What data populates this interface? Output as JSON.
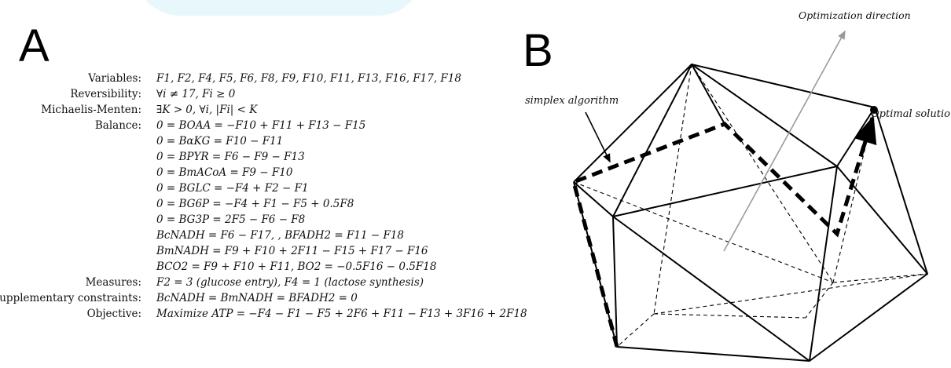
{
  "panel_a": {
    "letter": "A",
    "rows": [
      {
        "label": "Variables:",
        "content": "F1, F2, F4, F5, F6, F8, F9, F10, F11, F13, F16, F17, F18"
      },
      {
        "label": "Reversibility:",
        "content": "∀i ≠ 17, Fi ≥ 0"
      },
      {
        "label": "Michaelis-Menten:",
        "content": "∃K > 0, ∀i, |Fi| < K"
      },
      {
        "label": "Balance:",
        "content": "0 = BOAA = −F10 + F11 + F13 − F15"
      },
      {
        "label": "",
        "content": "0 = BαKG = F10 − F11"
      },
      {
        "label": "",
        "content": "0 = BPYR = F6 − F9 − F13"
      },
      {
        "label": "",
        "content": "0 = BmACoA = F9 − F10"
      },
      {
        "label": "",
        "content": "0 = BGLC = −F4 + F2 − F1"
      },
      {
        "label": "",
        "content": "0 = BG6P = −F4 + F1 − F5 + 0.5F8"
      },
      {
        "label": "",
        "content": "0 = BG3P = 2F5 − F6 − F8"
      },
      {
        "label": "",
        "content": "BcNADH = F6 − F17, , BFADH2 = F11 − F18"
      },
      {
        "label": "",
        "content": "BmNADH = F9 + F10 + 2F11 − F15 + F17 − F16"
      },
      {
        "label": "",
        "content": "BCO2 = F9 + F10 + F11, BO2 = −0.5F16 − 0.5F18"
      },
      {
        "label": "Measures:",
        "content": "F2 = 3 (glucose entry), F4 = 1 (lactose synthesis)"
      },
      {
        "label": "Supplementary constraints:",
        "content": "BcNADH = BmNADH = BFADH2 = 0"
      },
      {
        "label": "Objective:",
        "content": "Maximize ATP = −F4 − F1 − F5 + 2F6 + F11 − F13 + 3F16 + 2F18"
      }
    ]
  },
  "panel_b": {
    "letter": "B",
    "labels": {
      "simplex": "simplex algorithm",
      "optimal": "Optimal solution",
      "direction": "Optimization direction"
    },
    "colors": {
      "edges": "#000000",
      "arrow": "#9a9a9a",
      "path": "#000000"
    }
  }
}
